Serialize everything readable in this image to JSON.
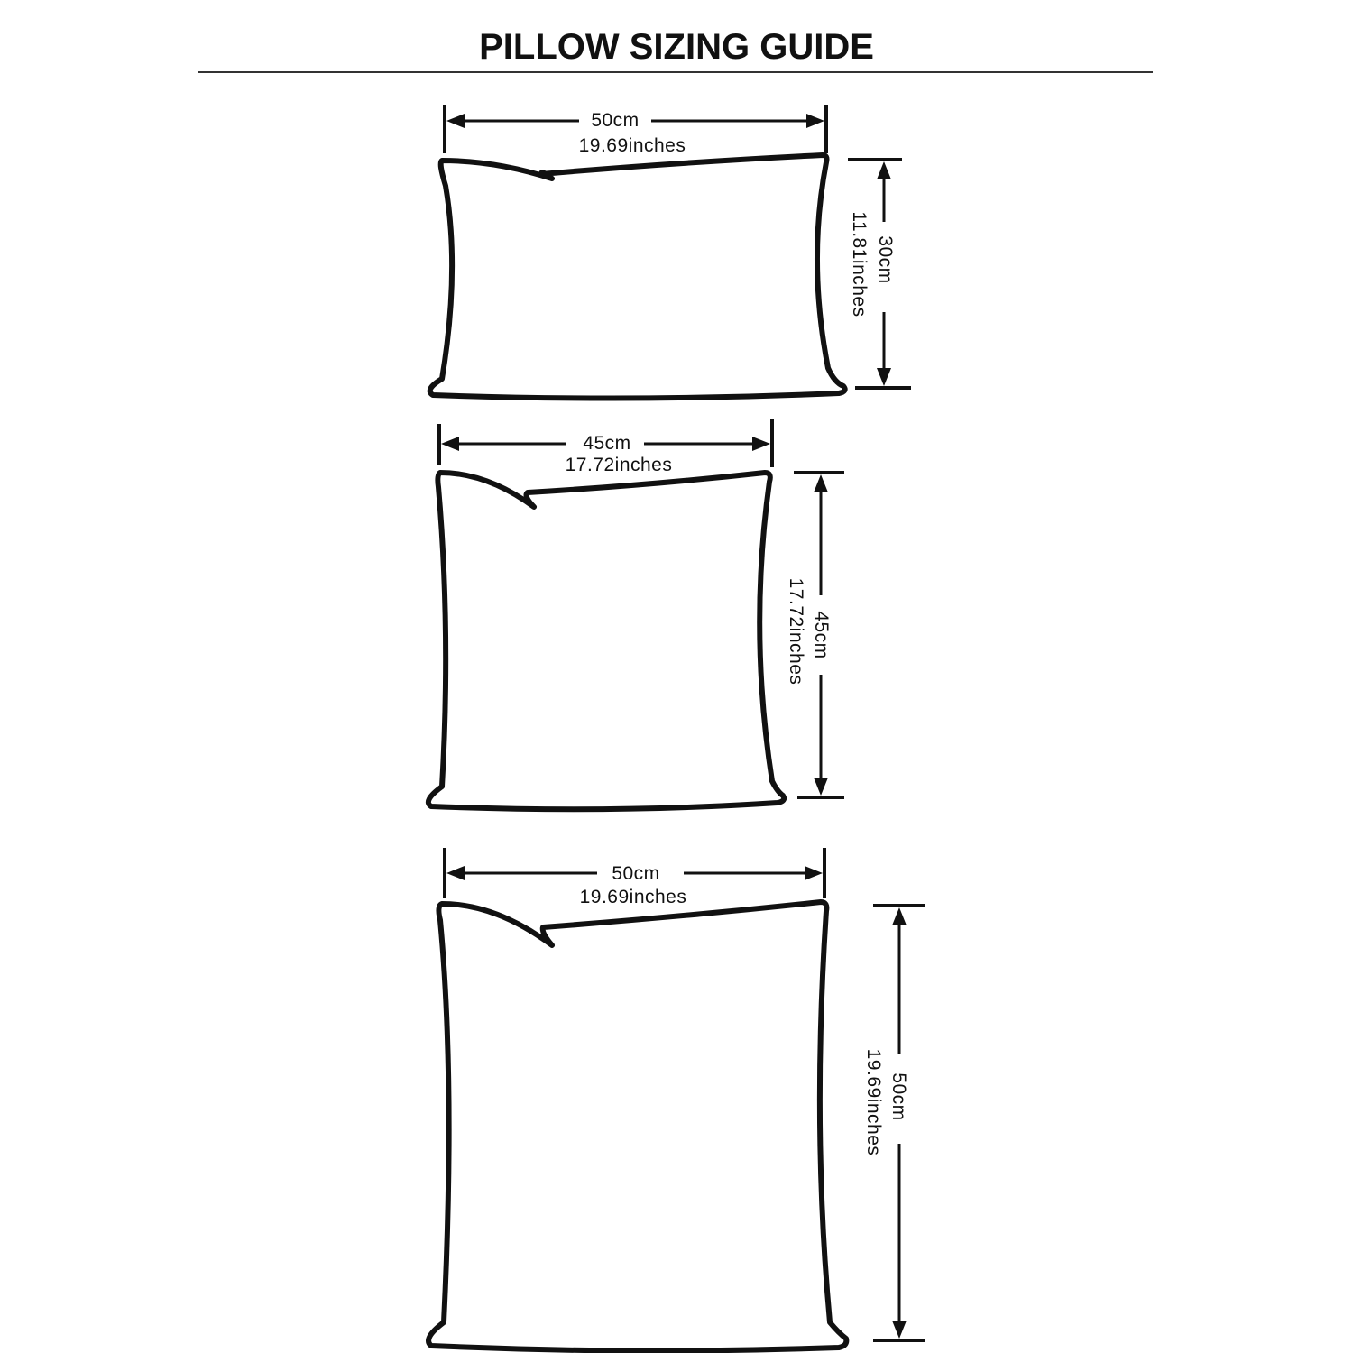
{
  "title": "PILLOW SIZING GUIDE",
  "pillows": [
    {
      "width": {
        "cm": "50cm",
        "inches": "19.69inches"
      },
      "height": {
        "cm": "30cm",
        "inches": "11.81inches"
      }
    },
    {
      "width": {
        "cm": "45cm",
        "inches": "17.72inches"
      },
      "height": {
        "cm": "45cm",
        "inches": "17.72inches"
      }
    },
    {
      "width": {
        "cm": "50cm",
        "inches": "19.69inches"
      },
      "height": {
        "cm": "50cm",
        "inches": "19.69inches"
      }
    }
  ]
}
